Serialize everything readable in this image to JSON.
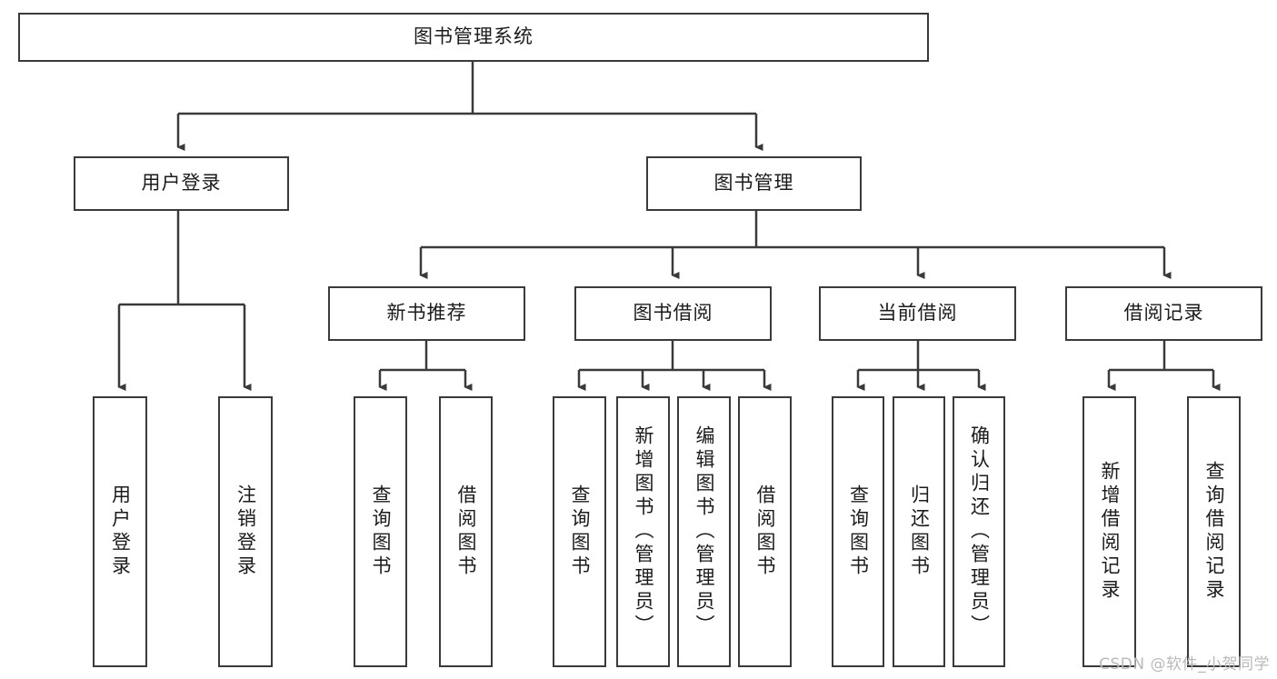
{
  "diagram": {
    "type": "tree",
    "title": "图书管理系统",
    "orientation": "top-down",
    "colors": {
      "box_border": "#3a3a3a",
      "box_fill": "#ffffff",
      "connector": "#3a3a3a",
      "text": "#1b1b1b",
      "watermark": "#b9b9b9"
    },
    "root": {
      "label": "图书管理系统",
      "level": 0,
      "text_direction": "horizontal"
    },
    "level1": [
      {
        "label": "用户登录",
        "text_direction": "horizontal"
      },
      {
        "label": "图书管理",
        "text_direction": "horizontal"
      }
    ],
    "level2": [
      {
        "label": "新书推荐",
        "parent": "图书管理",
        "text_direction": "horizontal"
      },
      {
        "label": "图书借阅",
        "parent": "图书管理",
        "text_direction": "horizontal"
      },
      {
        "label": "当前借阅",
        "parent": "图书管理",
        "text_direction": "horizontal"
      },
      {
        "label": "借阅记录",
        "parent": "图书管理",
        "text_direction": "horizontal"
      }
    ],
    "leaves": {
      "用户登录": [
        {
          "label": "用户登录",
          "text_direction": "vertical"
        },
        {
          "label": "注销登录",
          "text_direction": "vertical"
        }
      ],
      "新书推荐": [
        {
          "label": "查询图书",
          "text_direction": "vertical"
        },
        {
          "label": "借阅图书",
          "text_direction": "vertical"
        }
      ],
      "图书借阅": [
        {
          "label": "查询图书",
          "text_direction": "vertical"
        },
        {
          "label": "新增图书（管理员）",
          "text_direction": "vertical"
        },
        {
          "label": "编辑图书（管理员）",
          "text_direction": "vertical"
        },
        {
          "label": "借阅图书",
          "text_direction": "vertical"
        }
      ],
      "当前借阅": [
        {
          "label": "查询图书",
          "text_direction": "vertical"
        },
        {
          "label": "归还图书",
          "text_direction": "vertical"
        },
        {
          "label": "确认归还（管理员）",
          "text_direction": "vertical"
        }
      ],
      "借阅记录": [
        {
          "label": "新增借阅记录",
          "text_direction": "vertical"
        },
        {
          "label": "查询借阅记录",
          "text_direction": "vertical"
        }
      ]
    }
  },
  "watermark": {
    "text": "CSDN @软件_小贺同学"
  }
}
